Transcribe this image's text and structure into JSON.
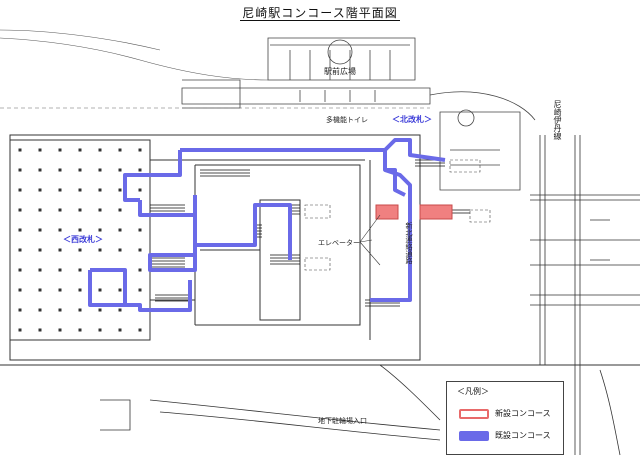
{
  "title": "尼崎駅コンコース階平面図",
  "labels": {
    "station_plaza": "駅前広場",
    "north_gate": "＜北改札＞",
    "west_gate": "＜西改札＞",
    "elevator": "エレベーター",
    "multi_toilet": "多機能トイレ",
    "line_name": "尼崎伊丹線",
    "underground_road": "地下駐輪場入口",
    "north_corridor": "新北連絡通路"
  },
  "legend": {
    "title": "＜凡例＞",
    "items": [
      {
        "label": "新設コンコース",
        "color": "#e86a6a"
      },
      {
        "label": "既設コンコース",
        "color": "#6a6ae8"
      }
    ]
  },
  "colors": {
    "new_concourse": "#e86a6a",
    "existing_concourse": "#6a6ae8",
    "line": "#333333"
  }
}
